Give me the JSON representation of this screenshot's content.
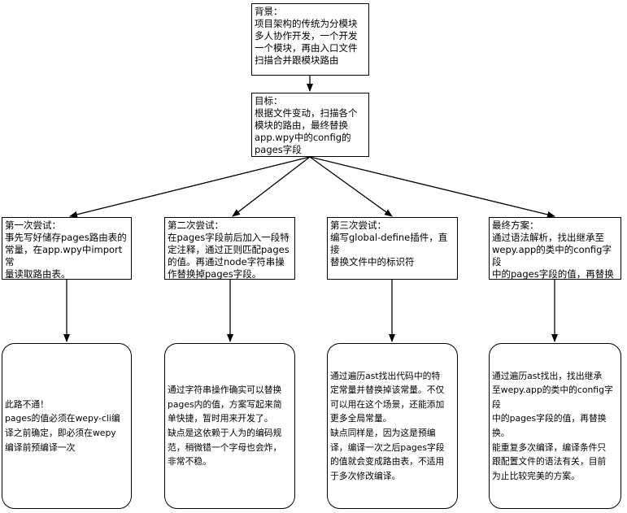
{
  "nodes": {
    "background": {
      "title": "背景：",
      "text": "项目架构的传统为分模块\n多人协作开发，一个开发\n一个模块，再由入口文件\n扫描合并跟模块路由"
    },
    "goal": {
      "title": "目标：",
      "text": "根据文件变动，扫描各个\n模块的路由，最终替换\napp.wpy中的config的\npages字段"
    },
    "attempt1": {
      "title": "第一次尝试：",
      "text": "事先写好储存pages路由表的\n常量，在app.wpy中import常\n量读取路由表。"
    },
    "attempt2": {
      "title": "第二次尝试：",
      "text": "在pages字段前后加入一段特\n定注释，通过正则匹配pages\n的值。再通过node字符串操\n作替换掉pages字段。"
    },
    "attempt3": {
      "title": "第三次尝试：",
      "text": "编写global-define插件，直接\n替换文件中的标识符"
    },
    "final": {
      "title": "最终方案：",
      "text": "通过语法解析，找出继承至\nwepy.app的类中的config字段\n中的pages字段的值，再替换"
    },
    "result1": {
      "text": "此路不通！\npages的值必须在wepy-cli编\n译之前确定，即必须在wepy\n编译前预编译一次"
    },
    "result2": {
      "text": "通过字符串操作确实可以替换\npages内的值，方案写起来简\n单快捷，暂时用来开发了。\n缺点是这依赖于人为的编码规\n范，稍微错一个字母也会炸，\n非常不稳。"
    },
    "result3": {
      "text": "通过遍历ast找出代码中的特\n定常量并替换掉该常量。不仅\n可以用在这个场景，还能添加\n更多全局常量。\n缺点同样是，因为这是预编\n译，编译一次之后pages字段\n的值就会变成路由表，不适用\n于多次修改编译。"
    },
    "result4": {
      "text": "通过遍历ast找出，找出继承\n至wepy.app的类中的config字段\n中的pages字段的值，再替换\n换。\n能重复多次编译，编译条件只\n跟配置文件的语法有关，目前\n为止比较完美的方案。"
    }
  }
}
